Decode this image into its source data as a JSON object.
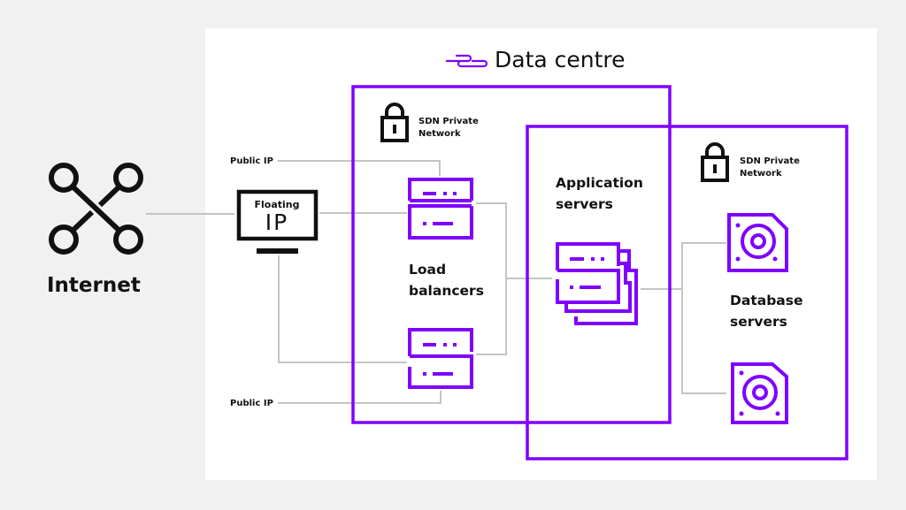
{
  "title": "Data centre",
  "colors": {
    "accent": "#7f00ff",
    "connector": "#c4c4c4",
    "ink": "#111111",
    "panel": "#ffffff",
    "background": "#f1f1f1"
  },
  "nodes": {
    "internet": {
      "label": "Internet",
      "icon": "network-nodes-icon"
    },
    "floating_ip": {
      "line1": "Floating",
      "line2": "IP",
      "icon": "monitor-icon"
    },
    "public_ip_top": {
      "label": "Public IP"
    },
    "public_ip_bottom": {
      "label": "Public IP"
    },
    "load_balancers": {
      "line1": "Load",
      "line2": "balancers",
      "icon": "server-icon"
    },
    "application_servers": {
      "line1": "Application",
      "line2": "servers",
      "icon": "server-stack-icon"
    },
    "database_servers": {
      "line1": "Database",
      "line2": "servers",
      "icon": "disk-drive-icon"
    }
  },
  "networks": [
    {
      "line1": "SDN Private",
      "line2": "Network",
      "icon": "lock-icon"
    },
    {
      "line1": "SDN Private",
      "line2": "Network",
      "icon": "lock-icon"
    }
  ]
}
